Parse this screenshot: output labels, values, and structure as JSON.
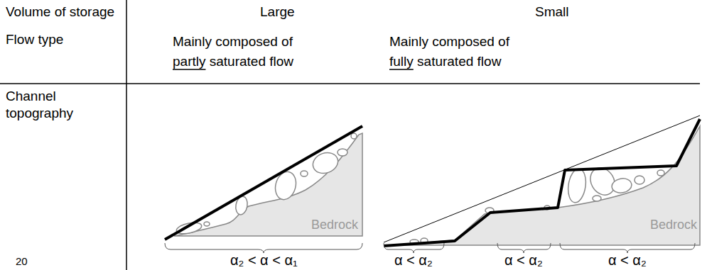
{
  "diagram": {
    "labels": [
      "Volume of storage",
      "Large",
      "Small",
      "Flow type",
      "Mainly composed of partly saturated flow",
      "Mainly composed of fully saturated flow",
      "Channel topography",
      "Bedrock",
      "Bedrock",
      "α₂ < α < α₁",
      "α < α₂",
      "α < α₂",
      "α < α₂",
      "20"
    ]
  }
}
